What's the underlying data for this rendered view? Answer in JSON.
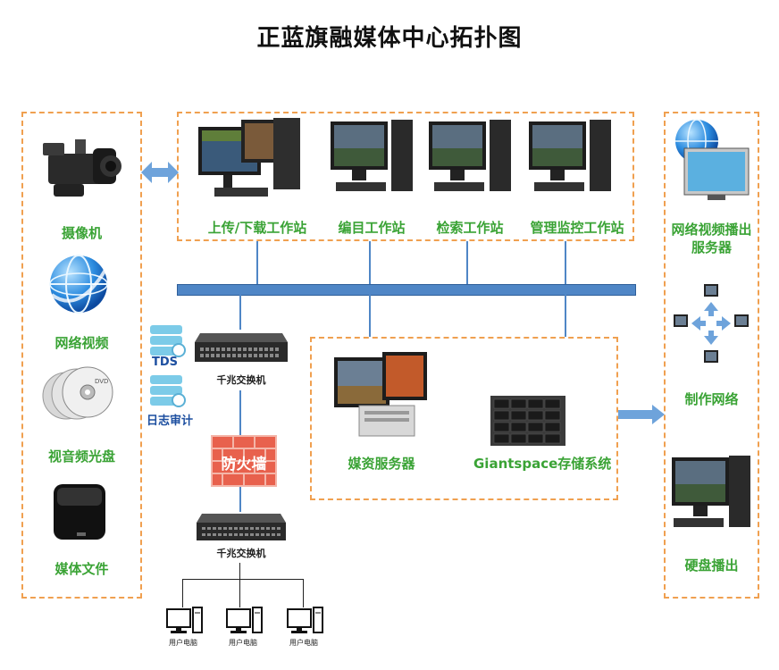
{
  "title": "正蓝旗融媒体中心拓扑图",
  "left_panel": {
    "camera": "摄像机",
    "web_video": "网络视频",
    "av_disc": "视音频光盘",
    "media_file": "媒体文件"
  },
  "workstations": {
    "upload": "上传/下载工作站",
    "edit": "编目工作站",
    "search": "检索工作站",
    "monitor": "管理监控工作站"
  },
  "middle": {
    "tds": "TDS",
    "log_audit": "日志审计",
    "switch1": "千兆交换机",
    "firewall": "防火墙",
    "switch2": "千兆交换机",
    "user_pc": "用户电脑"
  },
  "server_area": {
    "media_server": "媒资服务器",
    "storage": "Giantspace存储系统"
  },
  "right_panel": {
    "web_output": "网络视频播出\n服务器",
    "web_output_line1": "网络视频播出",
    "web_output_line2": "服务器",
    "production_net": "制作网络",
    "disk_output": "硬盘播出"
  },
  "colors": {
    "label_green": "#3aa335",
    "dash_orange": "#f0a050",
    "bus_blue": "#4f86c6",
    "firewall_red": "#e8614d"
  }
}
